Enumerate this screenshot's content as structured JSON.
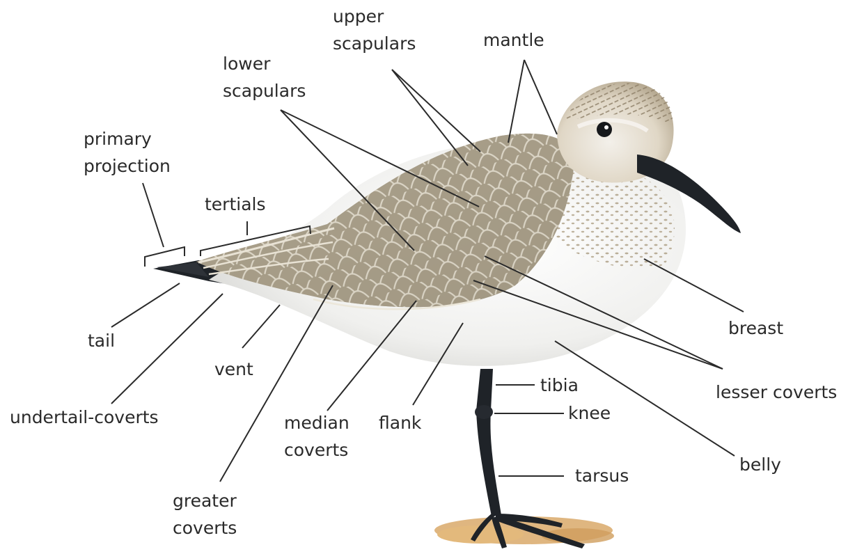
{
  "labels": {
    "upper_scapulars": [
      "upper",
      "scapulars"
    ],
    "mantle": "mantle",
    "lower_scapulars": [
      "lower",
      "scapulars"
    ],
    "primary_projection": [
      "primary",
      "projection"
    ],
    "tertials": "tertials",
    "tail": "tail",
    "vent": "vent",
    "undertail_coverts": "undertail-coverts",
    "median_coverts": [
      "median",
      "coverts"
    ],
    "flank": "flank",
    "greater_coverts": [
      "greater",
      "coverts"
    ],
    "breast": "breast",
    "lesser_coverts": "lesser coverts",
    "tibia": "tibia",
    "knee": "knee",
    "belly": "belly",
    "tarsus": "tarsus"
  },
  "colors": {
    "plumage_upper": "#aaa08c",
    "plumage_edge": "#e8e2d4",
    "underparts": "#f4f4f2",
    "head_speckle": "#b3a68e",
    "bill_legs": "#1f2328",
    "sand": "#d9a96a",
    "leader_lines": "#2a2a2a",
    "label_text": "#2a2a2a"
  }
}
